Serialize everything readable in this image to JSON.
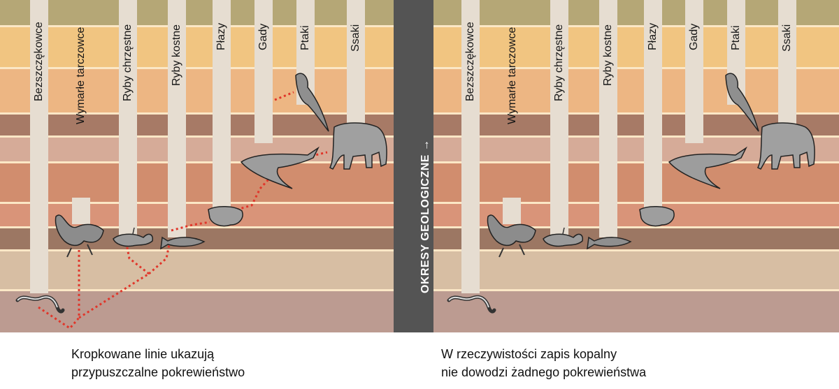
{
  "strata_colors": [
    "#b5a776",
    "#f1c581",
    "#edb683",
    "#a77a66",
    "#d6ab98",
    "#d18d6e",
    "#d99479",
    "#9c7763",
    "#d7bea3",
    "#bc9b91"
  ],
  "seam_color": "#fbe7c6",
  "column_color": "#e6ddd1",
  "dotted_line_color": "#e0362a",
  "divider": {
    "label": "OKRESY GEOLOGICZNE →",
    "color": "#545454"
  },
  "columns": [
    {
      "label": "Bezszczękowce",
      "animal": "eel"
    },
    {
      "label": "Wymarłe tarczowce",
      "animal": "placoderm"
    },
    {
      "label": "Ryby chrzęstne",
      "animal": "shark"
    },
    {
      "label": "Ryby kostne",
      "animal": "salmon"
    },
    {
      "label": "Płazy",
      "animal": "frog"
    },
    {
      "label": "Gady",
      "animal": "crocodile"
    },
    {
      "label": "Ptaki",
      "animal": "parrot"
    },
    {
      "label": "Ssaki",
      "animal": "elephant"
    }
  ],
  "left_panel": {
    "caption_line1": "Kropkowane linie ukazują",
    "caption_line2": "przypuszczalne pokrewieństwo",
    "shows_dotted_lines": true
  },
  "right_panel": {
    "caption_line1": "W rzeczywistości zapis kopalny",
    "caption_line2": "nie dowodzi żadnego pokrewieństwa",
    "shows_dotted_lines": false
  }
}
